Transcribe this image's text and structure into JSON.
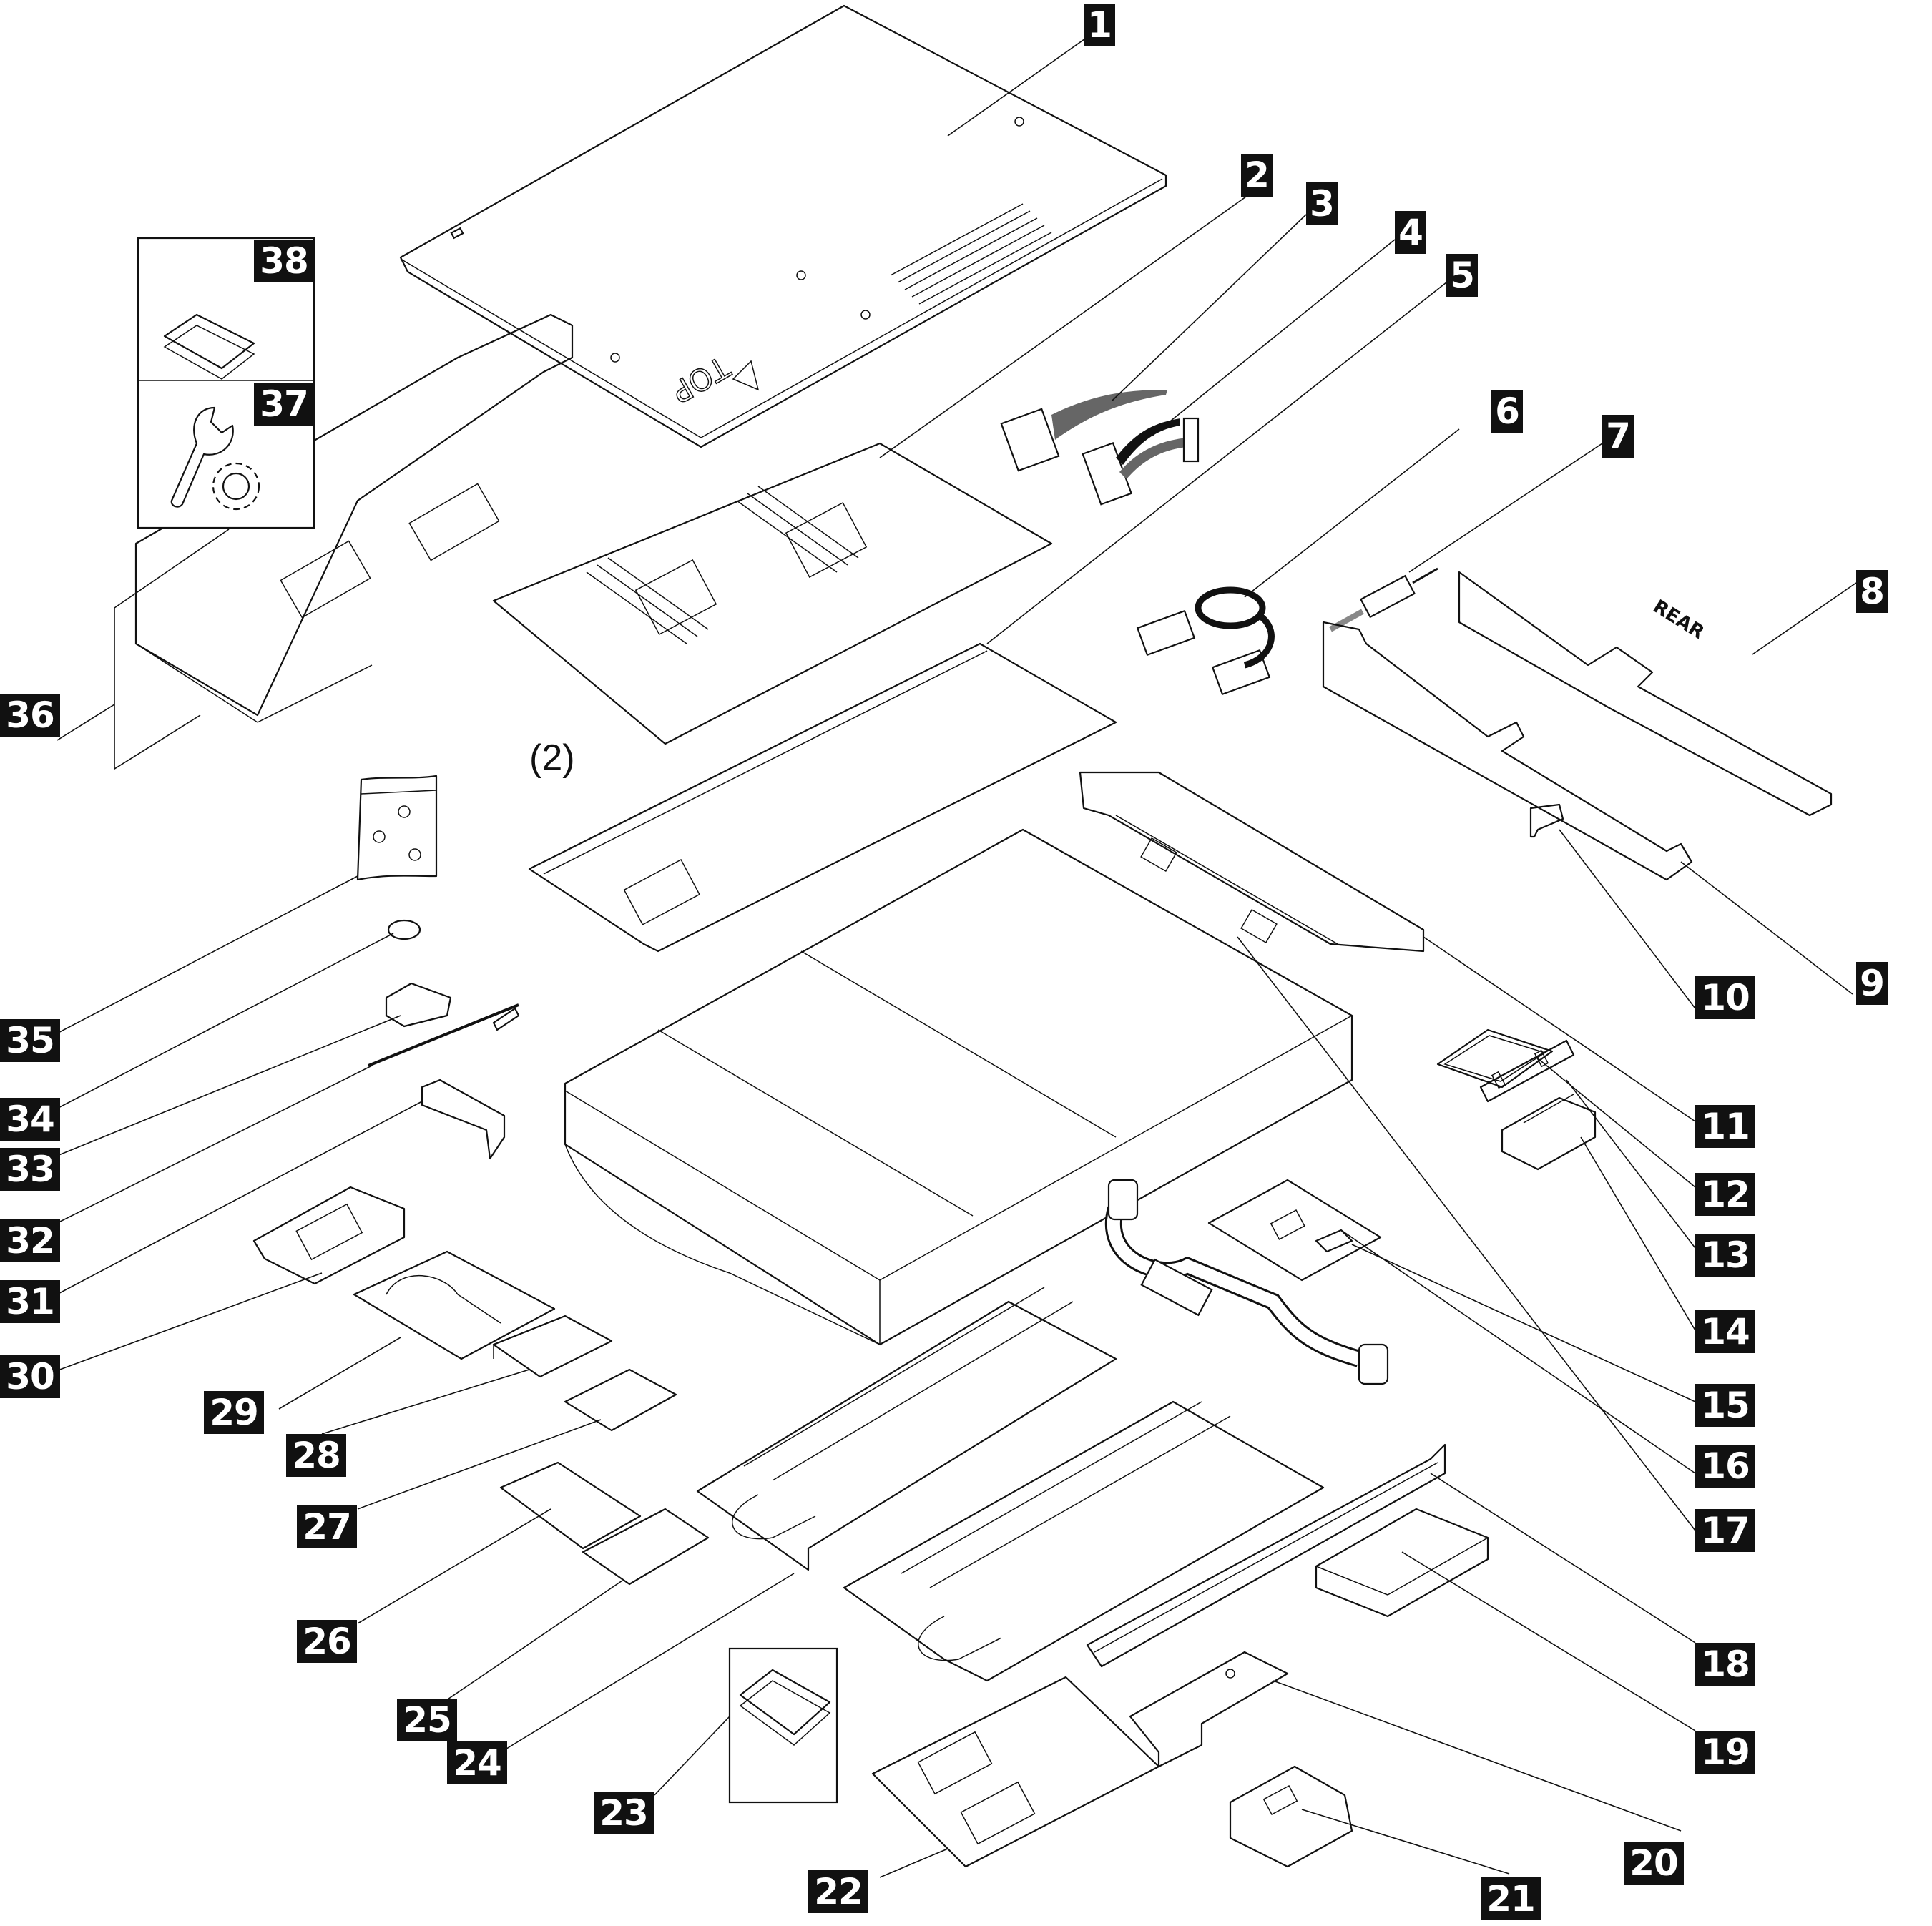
{
  "diagram": {
    "title_hidden": "Exploded view parts callouts",
    "quantity_note": "(2)",
    "cover_marking": "TOP",
    "rear_marking": "REAR",
    "callouts": [
      {
        "id": "1",
        "label": "1"
      },
      {
        "id": "2",
        "label": "2"
      },
      {
        "id": "3",
        "label": "3"
      },
      {
        "id": "4",
        "label": "4"
      },
      {
        "id": "5",
        "label": "5"
      },
      {
        "id": "6",
        "label": "6"
      },
      {
        "id": "7",
        "label": "7"
      },
      {
        "id": "8",
        "label": "8"
      },
      {
        "id": "9",
        "label": "9"
      },
      {
        "id": "10",
        "label": "10"
      },
      {
        "id": "11",
        "label": "11"
      },
      {
        "id": "12",
        "label": "12"
      },
      {
        "id": "13",
        "label": "13"
      },
      {
        "id": "14",
        "label": "14"
      },
      {
        "id": "15",
        "label": "15"
      },
      {
        "id": "16",
        "label": "16"
      },
      {
        "id": "17",
        "label": "17"
      },
      {
        "id": "18",
        "label": "18"
      },
      {
        "id": "19",
        "label": "19"
      },
      {
        "id": "20",
        "label": "20"
      },
      {
        "id": "21",
        "label": "21"
      },
      {
        "id": "22",
        "label": "22"
      },
      {
        "id": "23",
        "label": "23"
      },
      {
        "id": "24",
        "label": "24"
      },
      {
        "id": "25",
        "label": "25"
      },
      {
        "id": "26",
        "label": "26"
      },
      {
        "id": "27",
        "label": "27"
      },
      {
        "id": "28",
        "label": "28"
      },
      {
        "id": "29",
        "label": "29"
      },
      {
        "id": "30",
        "label": "30"
      },
      {
        "id": "31",
        "label": "31"
      },
      {
        "id": "32",
        "label": "32"
      },
      {
        "id": "33",
        "label": "33"
      },
      {
        "id": "34",
        "label": "34"
      },
      {
        "id": "35",
        "label": "35"
      },
      {
        "id": "36",
        "label": "36"
      },
      {
        "id": "37",
        "label": "37"
      },
      {
        "id": "38",
        "label": "38"
      }
    ]
  }
}
